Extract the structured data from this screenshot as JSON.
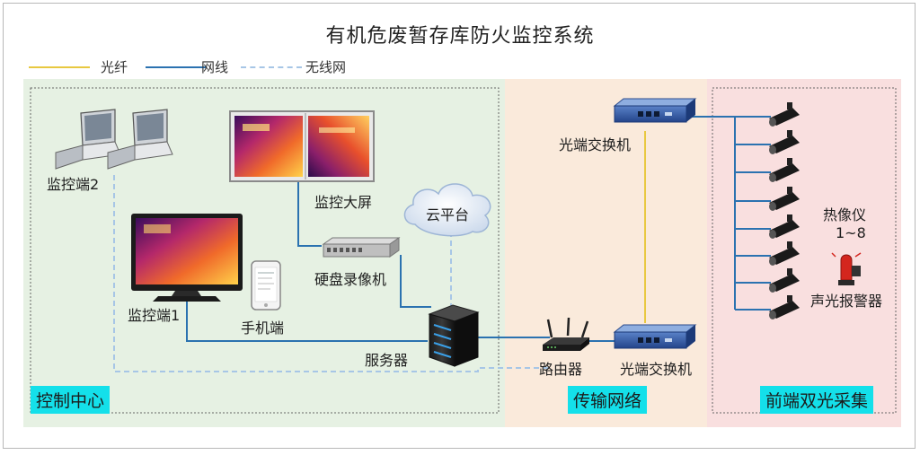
{
  "title": "有机危废暂存库防火监控系统",
  "legend": [
    {
      "label": "光纤",
      "color": "#e8c840",
      "style": "solid"
    },
    {
      "label": "网线",
      "color": "#2b72b0",
      "style": "solid"
    },
    {
      "label": "无线网",
      "color": "#a7c6e6",
      "style": "dashed"
    }
  ],
  "zones": {
    "control_center": {
      "label": "控制中心",
      "bg": "#e6f1e3"
    },
    "transmission": {
      "label": "传输网络",
      "bg": "#faeadb"
    },
    "front_end": {
      "label": "前端双光采集",
      "bg": "#f9dfdf"
    }
  },
  "nodes": {
    "monitor_2": "监控端2",
    "big_screen": "监控大屏",
    "cloud": "云平台",
    "nvr": "硬盘录像机",
    "monitor_1": "监控端1",
    "phone": "手机端",
    "server": "服务器",
    "router": "路由器",
    "switch_top": "光端交换机",
    "switch_bottom": "光端交换机",
    "camera_title": "热像仪",
    "camera_range": "1~8",
    "alarm": "声光报警器"
  }
}
